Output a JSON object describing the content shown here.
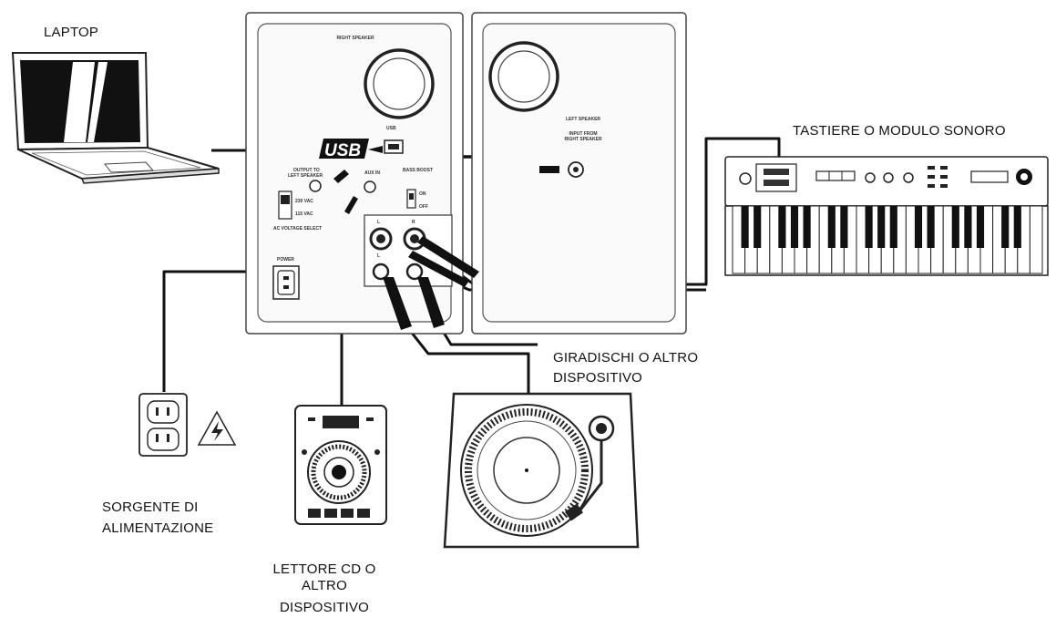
{
  "labels": {
    "laptop": "LAPTOP",
    "keyboard": "TASTIERE O MODULO SONORO",
    "turntable_line1": "GIRADISCHI O ALTRO",
    "turntable_line2": "DISPOSITIVO",
    "power_line1": "SORGENTE DI",
    "power_line2": "ALIMENTAZIONE",
    "cd_line1": "LETTORE CD O",
    "cd_line2": "ALTRO",
    "cd_line3": "DISPOSITIVO"
  },
  "speaker_labels": {
    "right_speaker": "RIGHT SPEAKER",
    "left_speaker": "LEFT SPEAKER",
    "left_speaker_sub1": "INPUT FROM",
    "left_speaker_sub2": "RIGHT SPEAKER",
    "usb_port": "USB",
    "usb_logo": "USB",
    "output_to_left_1": "OUTPUT TO",
    "output_to_left_2": "LEFT SPEAKER",
    "aux_in": "AUX IN",
    "voltage_select": "AC VOLTAGE SELECT",
    "bass_boost": "BASS BOOST",
    "on": "ON",
    "off": "OFF",
    "v230": "230 VAC",
    "v115": "115 VAC",
    "power": "POWER",
    "input_l": "L",
    "input_r": "R"
  },
  "icons": {
    "warning": "high-voltage-warning-icon"
  }
}
